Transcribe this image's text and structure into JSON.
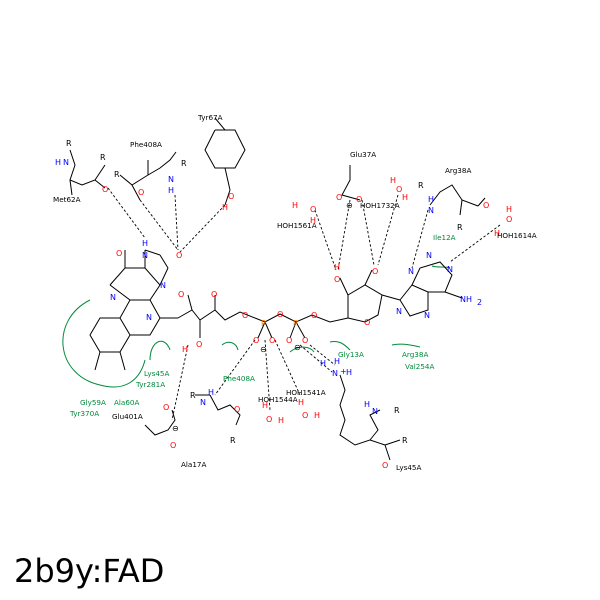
{
  "title": "2b9y:FAD",
  "residues": [
    {
      "id": "res-tyr67a",
      "label": "Tyr67A"
    },
    {
      "id": "res-phe408a",
      "label": "Phe408A"
    },
    {
      "id": "res-met62a",
      "label": "Met62A"
    },
    {
      "id": "res-glu37a",
      "label": "Glu37A"
    },
    {
      "id": "res-arg38a",
      "label": "Arg38A"
    },
    {
      "id": "res-hoh1732a",
      "label": "HOH1732A"
    },
    {
      "id": "res-hoh1561a",
      "label": "HOH1561A"
    },
    {
      "id": "res-hoh1614a",
      "label": "HOH1614A"
    },
    {
      "id": "res-glu401a",
      "label": "Glu401A"
    },
    {
      "id": "res-ala17a",
      "label": "Ala17A"
    },
    {
      "id": "res-hoh1544a",
      "label": "HOH1544A"
    },
    {
      "id": "res-hoh1541a",
      "label": "HOH1541A"
    },
    {
      "id": "res-lys45a",
      "label": "Lys45A"
    }
  ],
  "hydrophobic": [
    {
      "id": "hyd-ile12a",
      "label": "Ile12A"
    },
    {
      "id": "hyd-lys45a",
      "label": "Lys45A"
    },
    {
      "id": "hyd-tyr281a",
      "label": "Tyr281A"
    },
    {
      "id": "hyd-gly59a",
      "label": "Gly59A"
    },
    {
      "id": "hyd-ala60a",
      "label": "Ala60A"
    },
    {
      "id": "hyd-tyr370a",
      "label": "Tyr370A"
    },
    {
      "id": "hyd-phe408a",
      "label": "Phe408A"
    },
    {
      "id": "hyd-gly13a",
      "label": "Gly13A"
    },
    {
      "id": "hyd-arg38a",
      "label": "Arg38A"
    },
    {
      "id": "hyd-val254a",
      "label": "Val254A"
    }
  ],
  "atoms": {
    "N": "N",
    "O": "O",
    "P": "P",
    "H": "H",
    "R": "R",
    "NH2": "NH",
    "two": "2",
    "minus": "⊖",
    "plus": "+"
  },
  "colors": {
    "carbon": "#000000",
    "nitrogen": "#0000ff",
    "oxygen": "#ff0000",
    "phosphorus": "#ff8000",
    "hydrophobic": "#008a3a"
  }
}
